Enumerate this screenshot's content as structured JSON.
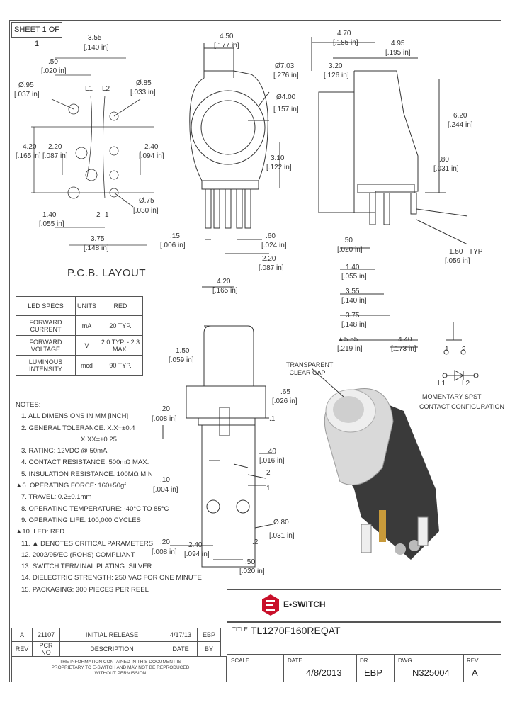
{
  "sheet": "SHEET 1 OF 1",
  "pcb_layout_title": "P.C.B. LAYOUT",
  "pcb_dims": {
    "d1": "3.55",
    "d1i": "[.140 in]",
    "d2": ".50",
    "d2i": "[.020 in]",
    "d3": "Ø.95",
    "d3i": "[.037 in]",
    "d4": "Ø.85",
    "d4i": "[.033 in]",
    "d5": "4.20",
    "d5i": "[.165 in]",
    "d6": "2.20",
    "d6i": "[.087 in]",
    "d7": "2.40",
    "d7i": "[.094 in]",
    "d8": "Ø.75",
    "d8i": "[.030 in]",
    "d9": "1.40",
    "d9i": "[.055 in]",
    "d10": "3.75",
    "d10i": "[.148 in]",
    "l1": "L1",
    "l2": "L2",
    "p2": "2",
    "p1": "1"
  },
  "front_dims": {
    "a": "4.50",
    "ai": "[.177 in]",
    "b": "Ø7.03",
    "bi": "[.276 in]",
    "c": "Ø4.00",
    "ci": "[.157 in]",
    "d": "3.10",
    "di": "[.122 in]",
    "e": ".15",
    "ei": "[.006 in]",
    "f": ".60",
    "fi": "[.024 in]",
    "g": "2.20",
    "gi": "[.087 in]",
    "h": "4.20",
    "hi": "[.165 in]"
  },
  "side_dims": {
    "a": "4.70",
    "ai": "[.185 in]",
    "b": "4.95",
    "bi": "[.195 in]",
    "c": "3.20",
    "ci": "[.126 in]",
    "d": "6.20",
    "di": "[.244 in]",
    "e": ".80",
    "ei": "[.031 in]",
    "f": ".50",
    "fi": "[.020 in]",
    "g": "1.50",
    "gtyp": "TYP",
    "gi": "[.059 in]",
    "h": "1.40",
    "hi": "[.055 in]",
    "j": "3.55",
    "ji": "[.140 in]",
    "k": "3.75",
    "ki": "[.148 in]",
    "m": "▲5.55",
    "mi": "[.219 in]",
    "n": "4.40",
    "ni": "[.173 in]"
  },
  "led_table": {
    "headers": [
      "LED SPECS",
      "UNITS",
      "RED"
    ],
    "rows": [
      [
        "FORWARD CURRENT",
        "mA",
        "20 TYP."
      ],
      [
        "FORWARD VOLTAGE",
        "V",
        "2.0 TYP. - 2.3 MAX."
      ],
      [
        "LUMINOUS INTENSITY",
        "mcd",
        "90 TYP."
      ]
    ]
  },
  "bottom_dims": {
    "a": "1.50",
    "ai": "[.059 in]",
    "b": ".65",
    "bi": "[.026 in]",
    "c": ".20",
    "ci": "[.008 in]",
    "d": ".1",
    "e": ".40",
    "ei": "[.016 in]",
    "f": ".10",
    "fi": "[.004 in]",
    "g": "Ø.80",
    "gi": "[.031 in]",
    "h": ".20",
    "hi": "[.008 in]",
    "j": "2.40",
    "ji": "[.094 in]",
    "k": ".50",
    "ki": "[.020 in]",
    "n2": "2",
    "n1": "1",
    "n2b": ".2"
  },
  "notes": [
    "NOTES:",
    "1. ALL DIMENSIONS IN MM [INCH]",
    "2. GENERAL TOLERANCE: X.X=±0.4",
    "X.XX=±0.25",
    "3. RATING: 12VDC @ 50mA",
    "4. CONTACT RESISTANCE: 500mΩ MAX.",
    "5. INSULATION RESISTANCE: 100MΩ MIN",
    "▲6. OPERATING FORCE: 160±50gf",
    "7. TRAVEL: 0.2±0.1mm",
    "8. OPERATING TEMPERATURE: -40°C TO 85°C",
    "9. OPERATING LIFE: 100,000 CYCLES",
    "▲10. LED: RED",
    "11. ▲ DENOTES CRITICAL PARAMETERS",
    "12. 2002/95/EC (ROHS) COMPLIANT",
    "13. SWITCH TERMINAL PLATING: SILVER",
    "14. DIELECTRIC STRENGTH: 250 VAC FOR ONE MINUTE",
    "15. PACKAGING: 300 PIECES PER REEL"
  ],
  "iso_label": "TRANSPARENT CLEAR CAP",
  "schematic": {
    "p1": "1",
    "p2": "2",
    "l1": "L1",
    "l2": "L2",
    "caption1": "MOMENTARY SPST",
    "caption2": "CONTACT CONFIGURATION"
  },
  "logo_text": "E•SWITCH",
  "title_label": "TITLE",
  "title": "TL1270F160REQAT",
  "revision_table": {
    "row": [
      "A",
      "21107",
      "INITIAL RELEASE",
      "4/17/13",
      "EBP"
    ],
    "headers": [
      "REV",
      "PCR NO",
      "DESCRIPTION",
      "DATE",
      "BY"
    ]
  },
  "proprietary": "THE INFORMATION CONTAINED IN THIS DOCUMENT IS PROPRIETARY TO E-SWITCH AND MAY NOT BE REPRODUCED WITHOUT PERMISSION",
  "title_block": {
    "scale_label": "SCALE",
    "scale": "",
    "date_label": "DATE",
    "date": "4/8/2013",
    "dr_label": "DR",
    "dr": "EBP",
    "dwg_label": "DWG",
    "dwg": "N325004",
    "rev_label": "REV",
    "rev": "A"
  }
}
